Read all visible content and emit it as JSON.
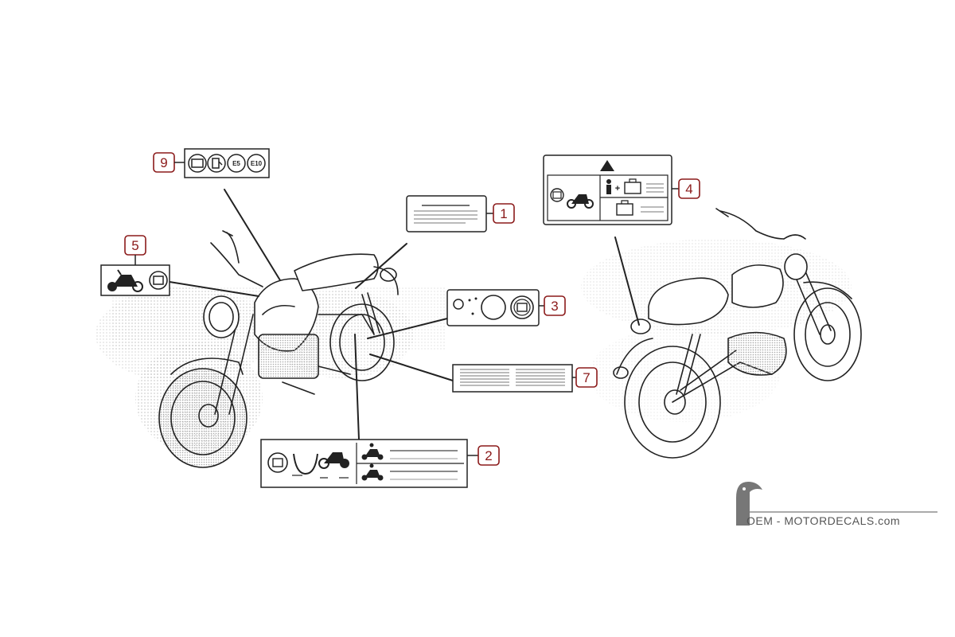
{
  "callouts": [
    {
      "id": "callout-1",
      "number": "1"
    },
    {
      "id": "callout-2",
      "number": "2"
    },
    {
      "id": "callout-3",
      "number": "3"
    },
    {
      "id": "callout-4",
      "number": "4"
    },
    {
      "id": "callout-5",
      "number": "5"
    },
    {
      "id": "callout-7",
      "number": "7"
    },
    {
      "id": "callout-9",
      "number": "9"
    }
  ],
  "label9": {
    "icons": [
      "manual-icon",
      "fuel-pump-icon",
      "e5-fuel-icon",
      "e10-fuel-icon"
    ],
    "e5": "E5",
    "e10": "E10"
  },
  "label3": {
    "icons": [
      "ignition-key-icon",
      "gauge-icon",
      "manual-icon"
    ]
  },
  "label4": {
    "icons": [
      "warning-triangle-icon",
      "manual-icon",
      "motorcycle-icon",
      "rider-icon",
      "luggage-icon"
    ],
    "plus": "+"
  },
  "label5": {
    "icons": [
      "motorcycle-icon",
      "manual-icon"
    ]
  },
  "label2": {
    "icons": [
      "manual-icon",
      "tire-icon",
      "motorcycle-icon"
    ]
  },
  "watermark": {
    "brand": "OEM - MOTORDECALS.com",
    "logo": "toucan-logo-icon"
  },
  "colors": {
    "callout": "#8b1a1a",
    "lines": "#222222",
    "dots": "#bdbdbd",
    "watermark": "#555555"
  }
}
